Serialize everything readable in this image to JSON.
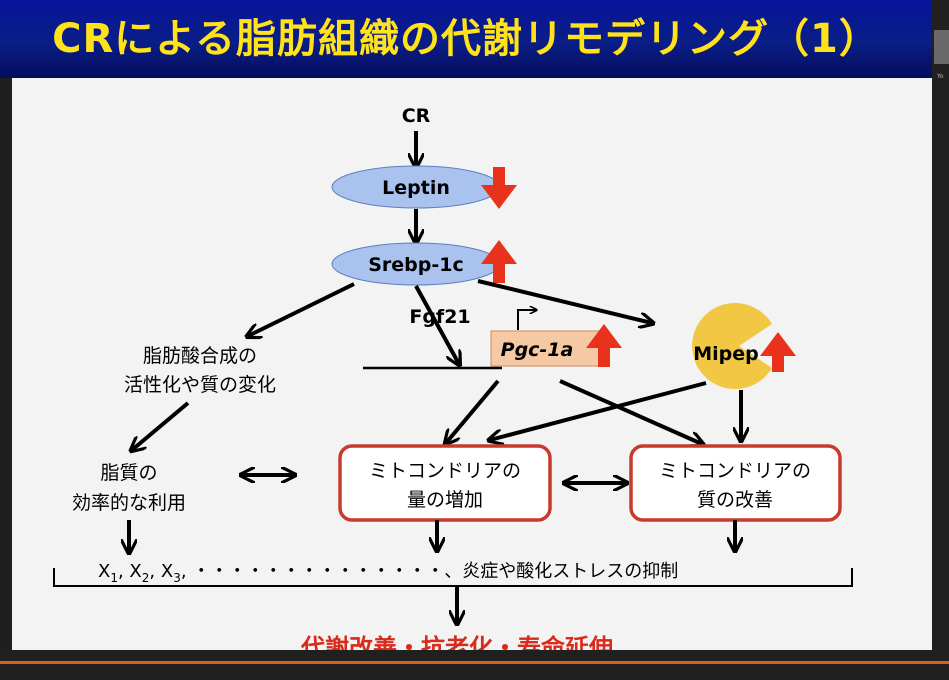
{
  "title": "CRによる脂肪組織の代謝リモデリング（1）",
  "thumbnail_label": "Yo",
  "nodes": {
    "cr": "CR",
    "leptin": "Leptin",
    "srebp": "Srebp-1c",
    "fgf21": "Fgf21",
    "pgc": "Pgc-1a",
    "mipep": "Mipep",
    "fatty_acid_line1": "脂肪酸合成の",
    "fatty_acid_line2": "活性化や質の変化",
    "lipid_line1": "脂質の",
    "lipid_line2": "効率的な利用",
    "mito_amount_line1": "ミトコンドリアの",
    "mito_amount_line2": "量の増加",
    "mito_quality_line1": "ミトコンドリアの",
    "mito_quality_line2": "質の改善"
  },
  "outcomes": {
    "x_items": [
      "X",
      "1",
      ", X",
      "2",
      ", X",
      "3",
      ",  ・・・・・・・・・・・・・・、炎症や酸化ストレスの抑制"
    ],
    "final": "代謝改善・抗老化・寿命延伸"
  },
  "colors": {
    "title_yellow": "#ffe21a",
    "header_blue": "#0a1e86",
    "ellipse_blue": "#a9c3ee",
    "red_arrow": "#e8321c",
    "box_border": "#c73a2c",
    "mipep_yellow": "#f2c744",
    "pgc_fill": "#f5c9a4",
    "final_red": "#d92b1a"
  }
}
